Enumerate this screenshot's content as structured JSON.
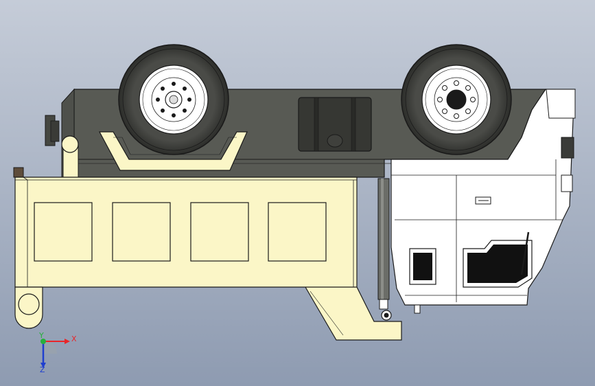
{
  "viewport": {
    "background_top": "#c5ccd8",
    "background_bottom": "#8e9bb1"
  },
  "model": {
    "parts": [
      "chassis-frame",
      "front-wheel",
      "rear-wheel",
      "fuel-tank",
      "tipper-body",
      "cab",
      "hydraulic-cylinder",
      "hitch"
    ],
    "colors": {
      "chassis": "#585a54",
      "tire": "#3a3b38",
      "rim": "#ffffff",
      "body": "#fbf6c7",
      "cab": "#ffffff",
      "edge": "#1a1a1a",
      "window": "#111111"
    }
  },
  "triad": {
    "x_label": "X",
    "y_label": "Y",
    "z_label": "Z",
    "x_color": "#e8262a",
    "y_color": "#27b03c",
    "z_color": "#1f3fcf"
  }
}
